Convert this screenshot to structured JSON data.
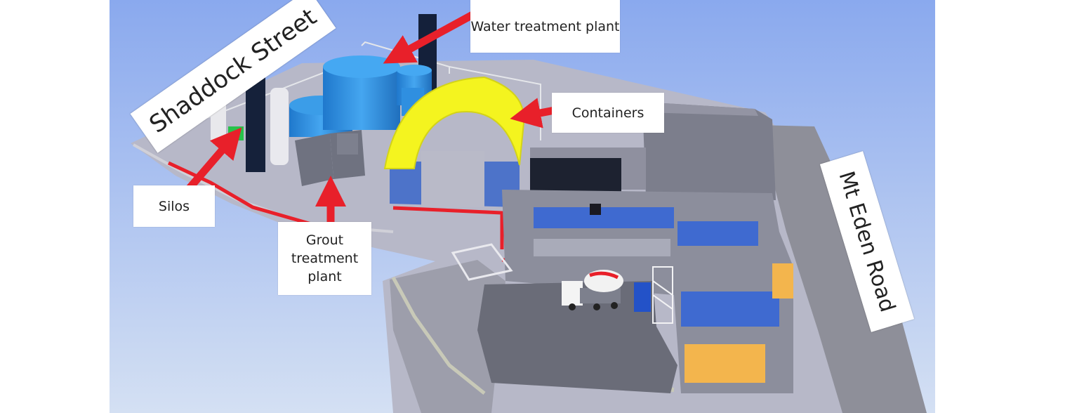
{
  "labels": {
    "shaddock_street": "Shaddock Street",
    "mt_eden_road": "Mt Eden Road",
    "water_treatment_plant": "Water treatment plant",
    "containers": "Containers",
    "silos": "Silos",
    "grout_treatment_plant": "Grout treatment plant"
  },
  "colors": {
    "sky_top": "#8aa9ee",
    "sky_bottom": "#d4e0f3",
    "ground": "#b6b7c7",
    "road": "#8c8d97",
    "arrow": "#e8202a",
    "tank": "#2f8fe0",
    "dome": "#f3f320",
    "building": "#7d7f8d",
    "highlight": "#f2b34c"
  },
  "icons": [
    "arrow-icon",
    "truck-icon"
  ]
}
